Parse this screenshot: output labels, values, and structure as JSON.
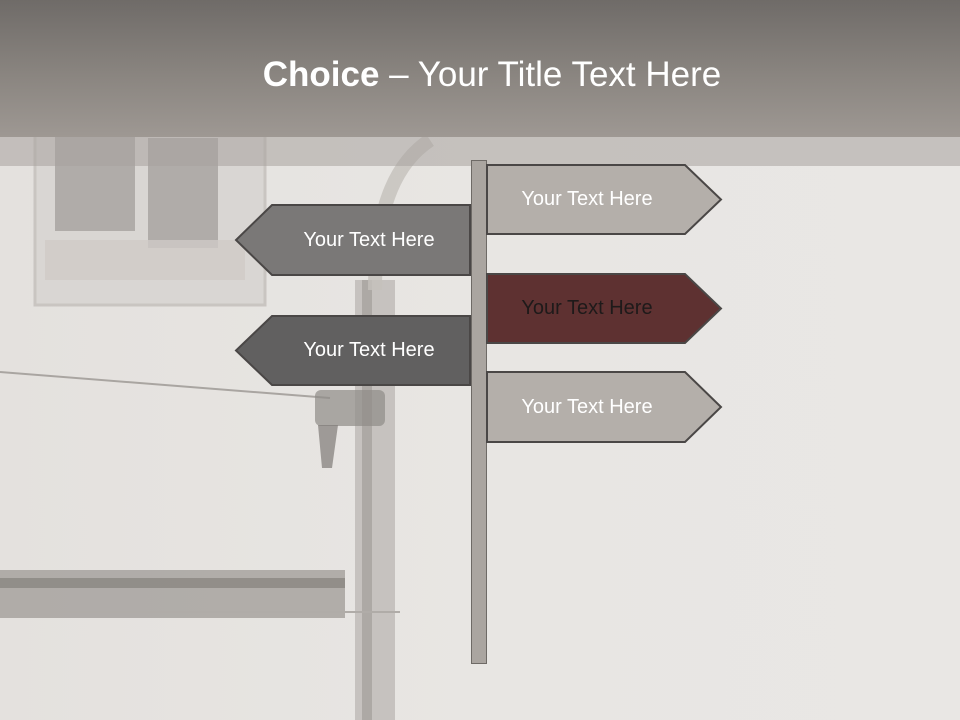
{
  "title": {
    "bold": "Choice",
    "rest": " – Your Title Text Here"
  },
  "signs": [
    {
      "label": "Your Text Here",
      "direction": "right",
      "fill": "#b4afaa"
    },
    {
      "label": "Your Text Here",
      "direction": "left",
      "fill": "#7a7877"
    },
    {
      "label": "Your Text Here",
      "direction": "right",
      "fill": "#5e3131"
    },
    {
      "label": "Your Text Here",
      "direction": "left",
      "fill": "#616060"
    },
    {
      "label": "Your Text Here",
      "direction": "right",
      "fill": "#b4afaa"
    }
  ],
  "colors": {
    "title_bar": "#8a8580",
    "post": "#aaa5a0",
    "outline": "#4a4746"
  }
}
